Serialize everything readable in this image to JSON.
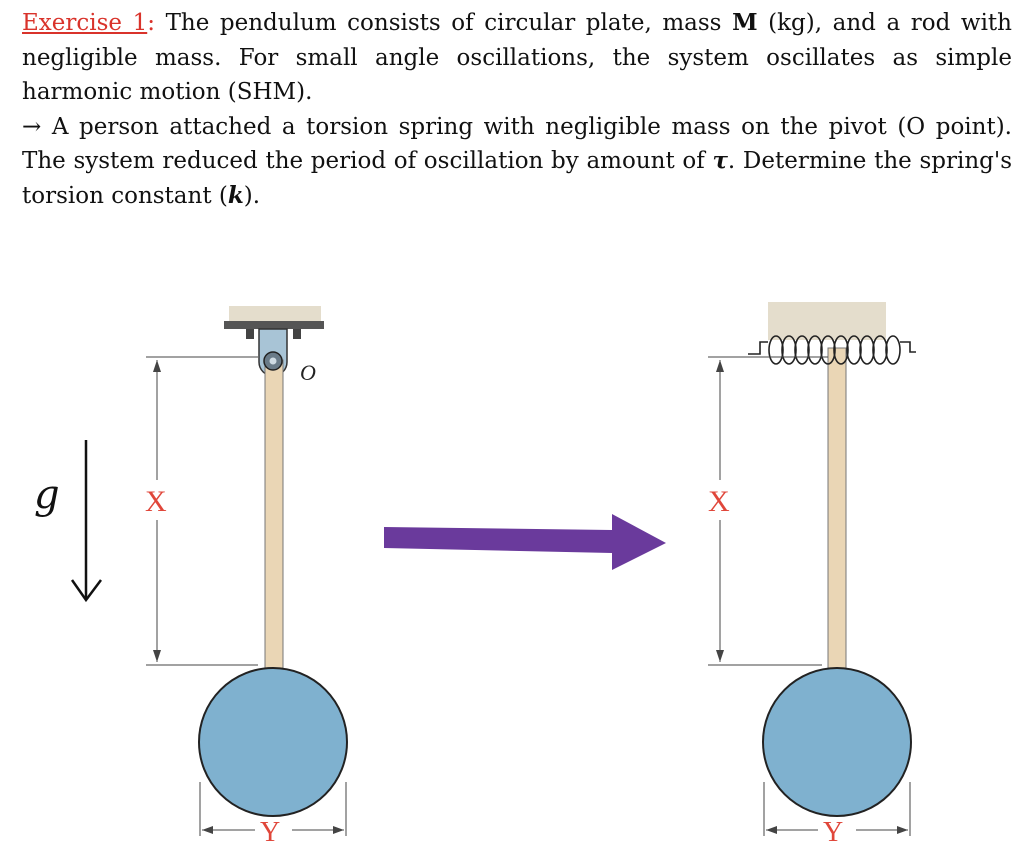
{
  "problem": {
    "title": "Exercise 1",
    "colon": ":",
    "line1_a": " The pendulum consists of circular plate, mass ",
    "mass_symbol": "M",
    "line1_b": " (kg), and a rod with negligible mass. For small angle oscillations, the system oscillates as simple harmonic motion (SHM).",
    "arrow_glyph": "→",
    "line2_a": " A person attached a torsion spring with negligible mass on the pivot (O point). The system reduced the period of oscillation by amount of ",
    "tau_symbol": "τ",
    "line2_b": ". Determine the spring's torsion constant (",
    "k_symbol": "k",
    "line2_c": ")."
  },
  "diagram": {
    "pivot_label": "O",
    "rod_length_label": "X",
    "diameter_label": "Y",
    "gravity_symbol": "g",
    "colors": {
      "plate_fill": "#7fb1cf",
      "rod_fill": "#ead6b5",
      "bracket_fill": "#a8c4d6",
      "arrow_fill": "#6a3a9c",
      "dimension_label": "#e0463a",
      "ceiling": "#e4ddcc"
    }
  }
}
